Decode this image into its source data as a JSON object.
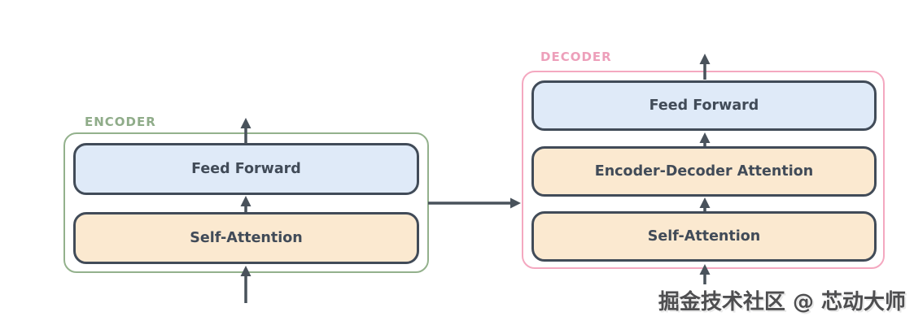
{
  "encoder": {
    "label": "ENCODER",
    "blocks": [
      {
        "label": "Feed Forward"
      },
      {
        "label": "Self-Attention"
      }
    ]
  },
  "decoder": {
    "label": "DECODER",
    "blocks": [
      {
        "label": "Feed Forward"
      },
      {
        "label": "Encoder-Decoder Attention"
      },
      {
        "label": "Self-Attention"
      }
    ]
  },
  "watermark": {
    "text": "掘金技术社区 @ 芯动大师"
  },
  "colors": {
    "encoder_outline": "#93b18c",
    "encoder_label": "#8fac89",
    "decoder_outline": "#f4a8c0",
    "decoder_label": "#ed9fba",
    "block_blue_fill": "#dfeaf8",
    "block_orange_fill": "#fbe9d0",
    "block_border": "#414b58",
    "arrow": "#49525b",
    "watermark_text": "#4e4e50",
    "background": "#ffffff"
  }
}
